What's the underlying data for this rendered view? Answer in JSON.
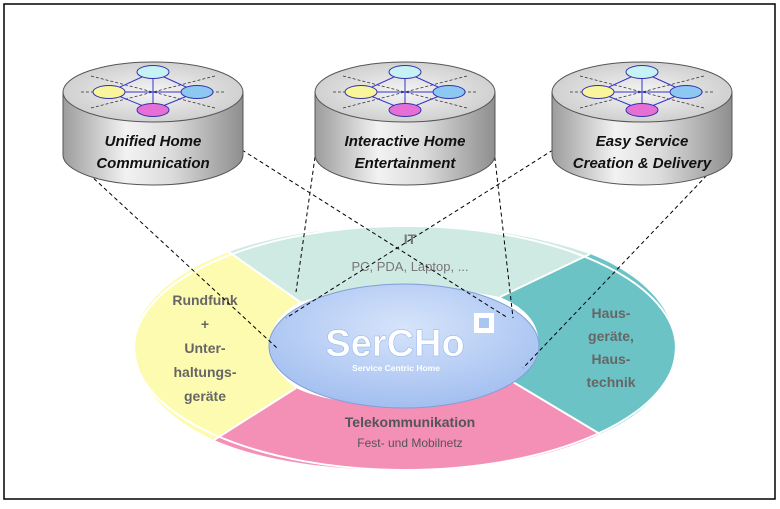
{
  "cylinders": [
    {
      "label_line1": "Unified Home",
      "label_line2": "Communication"
    },
    {
      "label_line1": "Interactive Home",
      "label_line2": "Entertainment"
    },
    {
      "label_line1": "Easy Service",
      "label_line2": "Creation & Delivery"
    }
  ],
  "segments": {
    "it": {
      "title": "IT",
      "subtitle": "PC, PDA, Laptop, ..."
    },
    "rundfunk": {
      "line1": "Rundfunk",
      "line2": "+",
      "line3": "Unter-",
      "line4": "haltungs-",
      "line5": "geräte"
    },
    "haus": {
      "line1": "Haus-",
      "line2": "geräte,",
      "line3": "Haus-",
      "line4": "technik"
    },
    "telekom": {
      "title": "Telekommunikation",
      "subtitle": "Fest- und Mobilnetz"
    }
  },
  "center": {
    "logo": "SerCHo",
    "tagline": "Service Centric Home"
  },
  "colors": {
    "it": "#cfe9e3",
    "rundfunk": "#fdfbb0",
    "haus": "#6cc3c6",
    "telekom": "#f48fb5",
    "center": "#a9c5f2",
    "frame": "#000000"
  }
}
